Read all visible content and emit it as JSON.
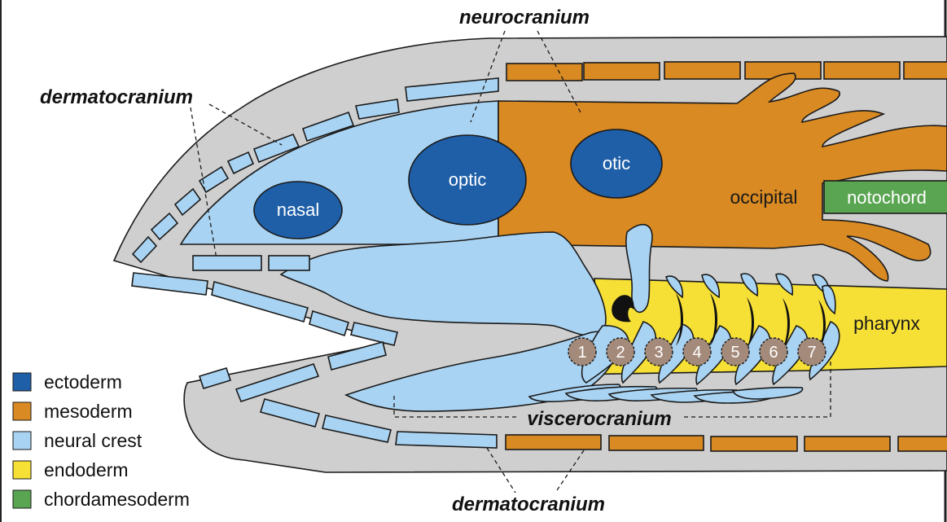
{
  "colors": {
    "ectoderm": "#1f5fa8",
    "mesoderm": "#d98a22",
    "neural_crest": "#a9d3f2",
    "endoderm": "#f7e035",
    "chordamesoderm": "#5aa552",
    "body": "#cfcfcf"
  },
  "labels": {
    "neurocranium": "neurocranium",
    "dermatocranium_top": "dermatocranium",
    "dermatocranium_bottom": "dermatocranium",
    "viscerocranium": "viscerocranium",
    "nasal": "nasal",
    "optic": "optic",
    "otic": "otic",
    "occipital": "occipital",
    "notochord": "notochord",
    "pharynx": "pharynx"
  },
  "arches": [
    "1",
    "2",
    "3",
    "4",
    "5",
    "6",
    "7"
  ],
  "legend": [
    {
      "label": "ectoderm",
      "color_key": "ectoderm"
    },
    {
      "label": "mesoderm",
      "color_key": "mesoderm"
    },
    {
      "label": "neural crest",
      "color_key": "neural_crest"
    },
    {
      "label": "endoderm",
      "color_key": "endoderm"
    },
    {
      "label": "chordamesoderm",
      "color_key": "chordamesoderm"
    }
  ]
}
